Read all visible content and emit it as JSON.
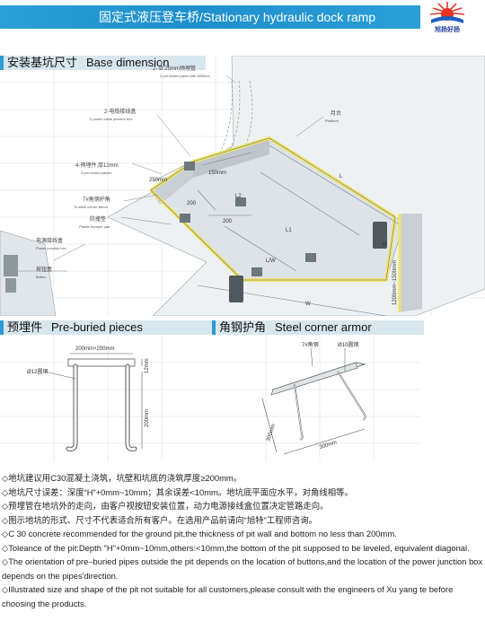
{
  "header": {
    "title": "固定式液压登车桥/Stationary hydraulic dock ramp",
    "logo_text": "旭扬好扬"
  },
  "base_section": {
    "title_cn": "安装基坑尺寸",
    "title_en": "Base dimension",
    "labels": {
      "preburied_pipe_cn": "2- Ø 25mm预埋管",
      "preburied_pipe_en": "2 pre-buried pipes with Ø25mm",
      "junction_cn": "2-电缆接线盒",
      "junction_en": "2 power cable junction box",
      "pipe12_cn": "4-预埋件,厚12mm",
      "pipe12_en": "4 pre-buried pieces",
      "steel_cn": "7#角钢护角",
      "steel_en": "7# steel corner armor",
      "bumper_cn": "防撞垫",
      "bumper_en": "Plastic bumper pad",
      "power_cn": "电源接线盒",
      "power_en": "Power junction box",
      "button_cn": "按钮盒",
      "button_en": "Button",
      "platform_cn": "月台",
      "platform_en": "Platform",
      "dim_250": "250mm",
      "dim_150": "150mm",
      "dim_200a": "200",
      "dim_200b": "200",
      "dim_l": "L",
      "dim_l1": "L1",
      "dim_l2": "L2",
      "dim_lw": "L/W",
      "dim_w": "W",
      "dim_h": "H",
      "dim_height": "1200mm~1500mm"
    }
  },
  "preburied_section": {
    "title_cn": "预埋件",
    "title_en": "Pre-buried pieces",
    "dim_top": "200mm×200mm",
    "dim_thick": "12mm",
    "dim_height": "200mm",
    "bar": "Ø12圆钢"
  },
  "corner_section": {
    "title_cn": "角钢护角",
    "title_en": "Steel corner armor",
    "angle": "7#角钢",
    "bar": "Ø10圆钢",
    "dim_a": "300mm",
    "dim_b": "300mm"
  },
  "notes": [
    "◇地坑建议用C30混凝土浇筑，坑壁和坑底的浇筑厚度≥200mm。",
    "◇地坑尺寸误差：深度“H”+0mm~10mm；其余误差<10mm。地坑底平面应水平，对角线相等。",
    "◇预埋管在地坑外的走向，由客户视按钮安装位置，动力电源接线盒位置决定管路走向。",
    "◇图示地坑的形式、尺寸不代表适合所有客户。在选用产品前请向“旭特”工程师咨询。",
    "◇C 30 concrete recommended for the ground pit,the thickness of pit wall and bottom no less than 200mm.",
    "◇Toleance of the pit:Depth \"H\"+0mm~10mm,others:<10mm,the bottom of the pit supposed to be leveled, equivalent diagonal.",
    "◇The orientation of pre–buried pipes outside the pit depends on the location of buttons,and the location of the power junction box depends on the pipes'direction.",
    "◇Illustrated size and shape of the pit not suitable for all customers,please consult with the engineers of Xu yang te before choosing the products."
  ],
  "colors": {
    "title_bar": "#1e8fcb",
    "section_bg": "#d8e6ee",
    "section_accent": "#2f9ad3",
    "yellow_edge": "#f0e36a"
  }
}
